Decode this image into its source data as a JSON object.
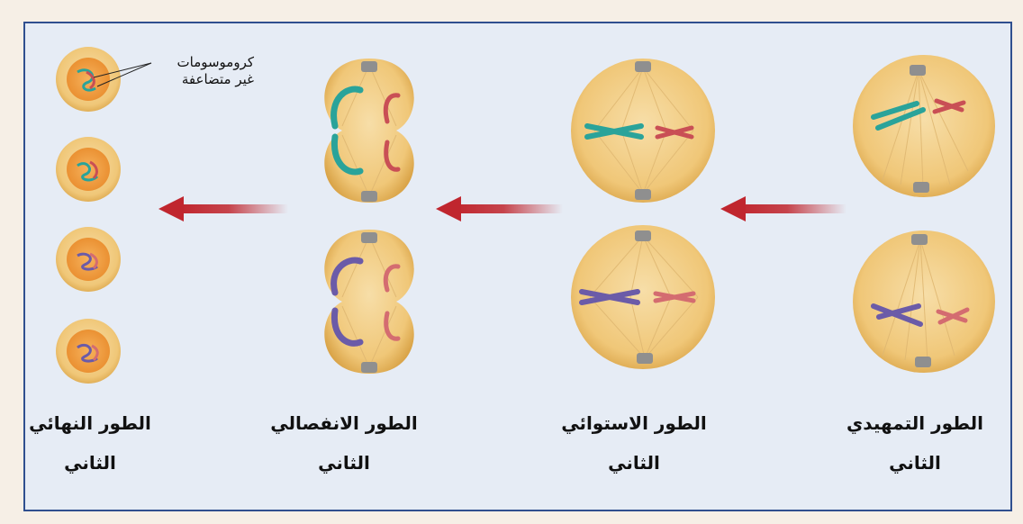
{
  "diagram": {
    "stages": [
      {
        "id": "telophase2",
        "line1": "الطور النهائي",
        "line2": "الثاني"
      },
      {
        "id": "anaphase2",
        "line1": "الطور الانفصالي",
        "line2": "الثاني"
      },
      {
        "id": "metaphase2",
        "line1": "الطور الاستوائي",
        "line2": "الثاني"
      },
      {
        "id": "prophase2",
        "line1": "الطور التمهيدي",
        "line2": "الثاني"
      }
    ],
    "callout": {
      "line1": "كروموسومات",
      "line2": "غير متضاعفة"
    },
    "colors": {
      "cell_fill": "#f2cf8c",
      "cell_edge": "#d8a64a",
      "chromosome_teal": "#2aa39a",
      "chromosome_red": "#c94f55",
      "chromosome_purple": "#6b5ba8",
      "arrow": "#c0262e",
      "border": "#2f4f8f",
      "background": "#e6ecf5"
    },
    "flow_direction": "right-to-left"
  }
}
